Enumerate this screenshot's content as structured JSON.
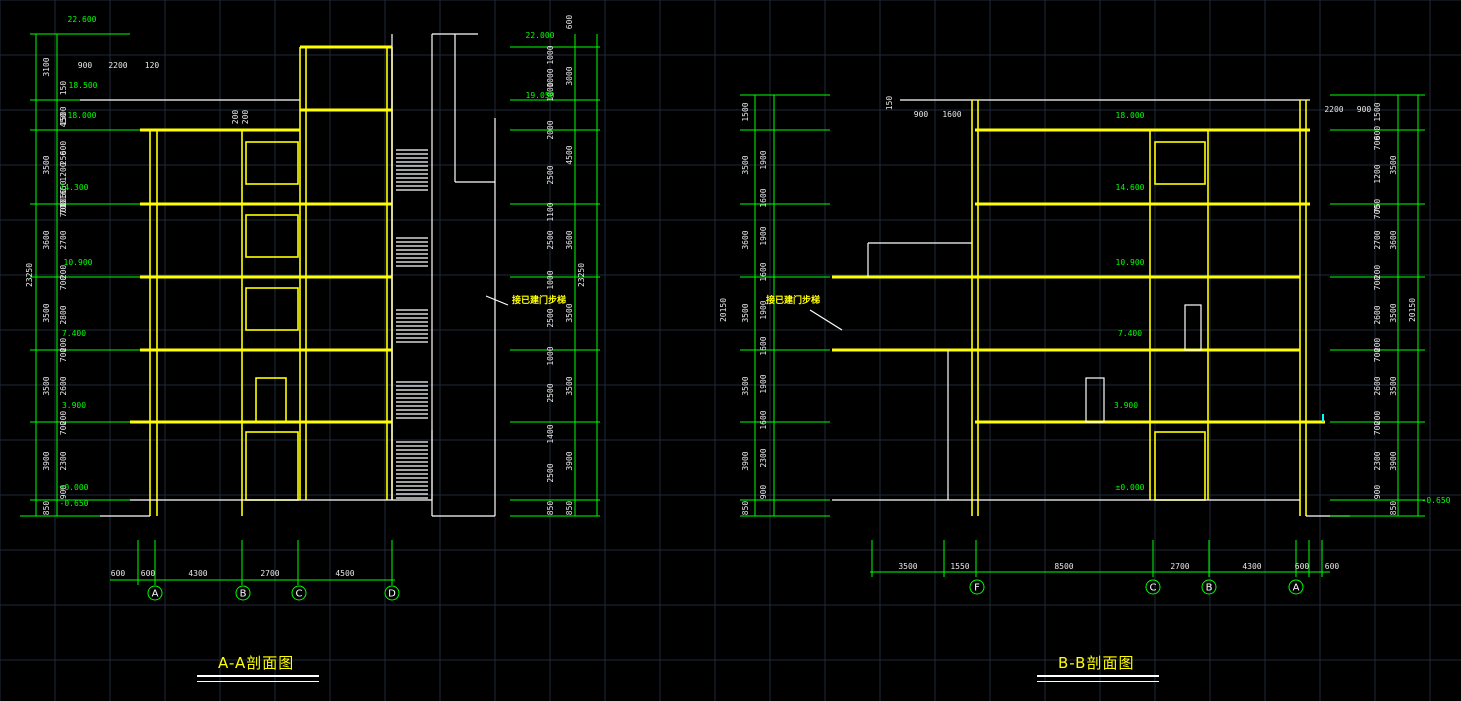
{
  "drawing": {
    "background": "#000000",
    "colors": {
      "dimension": "#00ff00",
      "wall": "#ffff00",
      "text": "#e8e8e8",
      "grid": "#1f2a3a"
    }
  },
  "section_aa": {
    "title": "A-A剖面图",
    "note": "接已建门步梯",
    "levels": [
      "22.600",
      "22.000",
      "19.050",
      "18.500",
      "18.000",
      "14.300",
      "10.900",
      "7.400",
      "3.900",
      "±0.000",
      "-0.650"
    ],
    "left_outer_dims": [
      "3100",
      "3500",
      "3600",
      "3500",
      "3500",
      "3900",
      "850"
    ],
    "left_inner_dims": [
      "150",
      "1500",
      "450",
      "250",
      "600",
      "700",
      "1200",
      "1650",
      "1050",
      "700",
      "2700",
      "200",
      "700",
      "2800",
      "200",
      "700",
      "2600",
      "200",
      "700",
      "2300",
      "900"
    ],
    "left_total": "23250",
    "right_inner_dims": [
      "1000",
      "1000",
      "1000",
      "2000",
      "2500",
      "1100",
      "2500",
      "1000",
      "2500",
      "1000",
      "2500",
      "1400",
      "2500",
      "850"
    ],
    "right_outer_dims": [
      "600",
      "3000",
      "4500",
      "3600",
      "3500",
      "3500",
      "3900",
      "850"
    ],
    "right_total": "23250",
    "top_dims": [
      "900",
      "2200",
      "120"
    ],
    "side_dims": [
      "200",
      "200"
    ],
    "bottom_dims": [
      "600",
      "600",
      "4300",
      "2700",
      "4500"
    ],
    "axes": [
      "A",
      "B",
      "C",
      "D"
    ]
  },
  "section_bb": {
    "title": "B-B剖面图",
    "note": "接已建门步梯",
    "levels": [
      "18.000",
      "14.600",
      "10.900",
      "7.400",
      "3.900",
      "±0.000",
      "-0.650"
    ],
    "left_outer_dims": [
      "1500",
      "3500",
      "3600",
      "3500",
      "3500",
      "3900",
      "850"
    ],
    "left_inner_dims": [
      "1900",
      "1600",
      "1900",
      "1600",
      "1900",
      "1600",
      "1900",
      "1600",
      "2300",
      "900"
    ],
    "left_total": "20150",
    "right_inner_dims": [
      "1500",
      "600",
      "700",
      "1200",
      "750",
      "700",
      "2700",
      "200",
      "700",
      "2600",
      "200",
      "700",
      "2600",
      "200",
      "700",
      "2300",
      "900"
    ],
    "right_outer_dims": [
      "3500",
      "3600",
      "3500",
      "3500",
      "3900",
      "850"
    ],
    "right_total": "20150",
    "top_dims": [
      "150",
      "900",
      "1600",
      "2200",
      "900"
    ],
    "bottom_dims": [
      "3500",
      "1550",
      "8500",
      "2700",
      "4300",
      "600",
      "600"
    ],
    "axes": [
      "F",
      "C",
      "B",
      "A"
    ]
  }
}
